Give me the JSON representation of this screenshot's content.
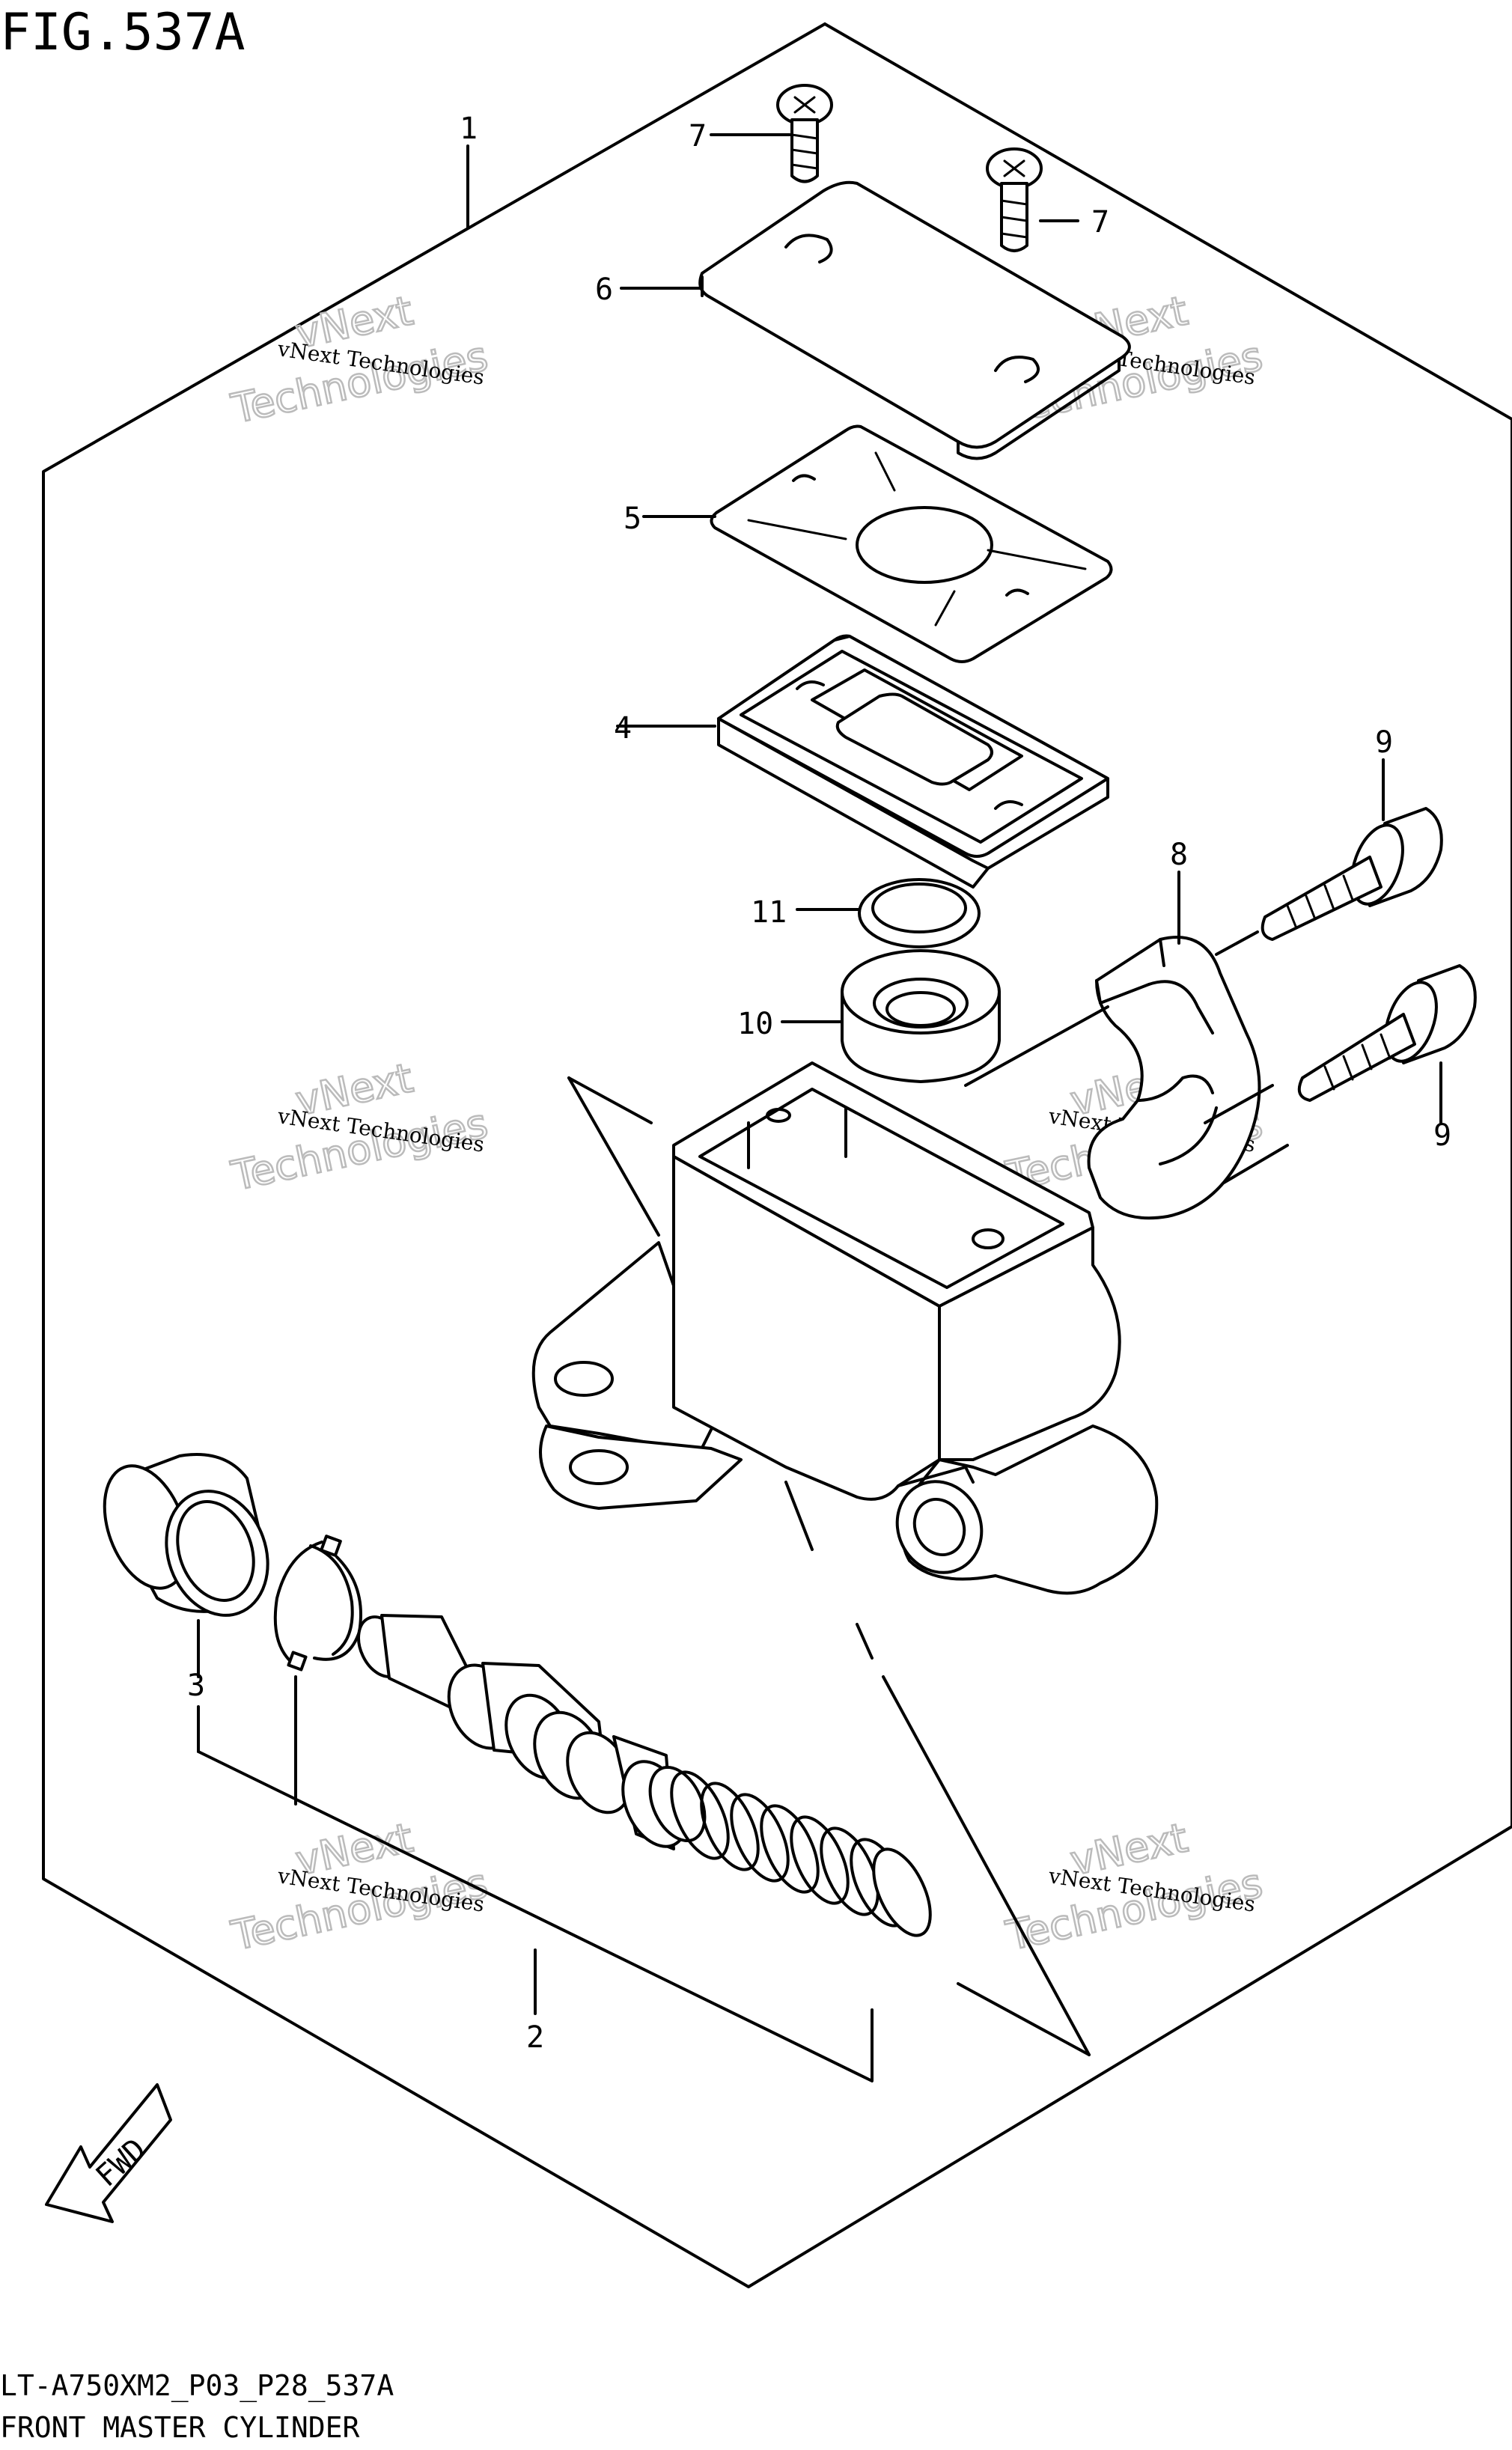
{
  "figure": {
    "title": "FIG.537A",
    "code": "LT-A750XM2_P03_P28_537A",
    "caption": "FRONT MASTER CYLINDER"
  },
  "callouts": {
    "p1": "1",
    "p2": "2",
    "p3": "3",
    "p4": "4",
    "p5": "5",
    "p6": "6",
    "p7a": "7",
    "p7b": "7",
    "p8": "8",
    "p9a": "9",
    "p9b": "9",
    "p10": "10",
    "p11": "11"
  },
  "fwd_label": "FWD",
  "watermark": {
    "line1": "vNext Technologies",
    "line2": "vNext",
    "line3": "Technologies"
  }
}
